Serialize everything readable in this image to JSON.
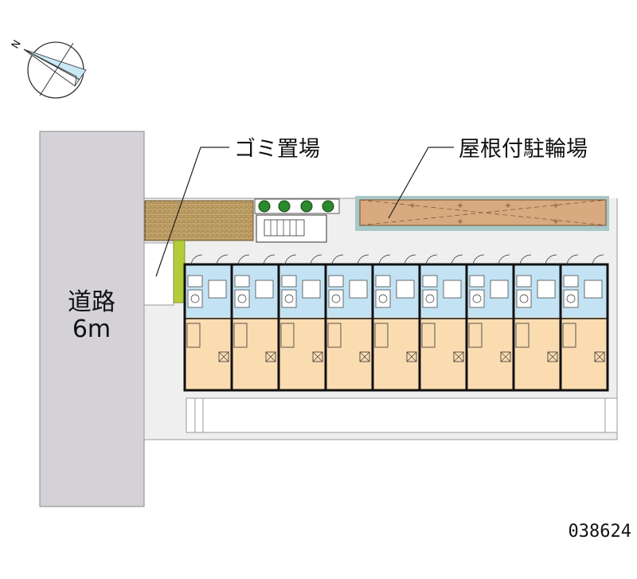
{
  "road": {
    "name": "道路",
    "width": "6m"
  },
  "labels": {
    "trash": "ゴミ置場",
    "bicycle": "屋根付駐輪場"
  },
  "compass": {
    "north_letter": "N"
  },
  "property_id": "038624",
  "building": {
    "unit_count": 9
  },
  "colors": {
    "road": "#d4d2d7",
    "site": "#efefef",
    "room": "#fbdcb1",
    "wet_area": "#c3e3f5",
    "bicycle_roof": "#d9a97f",
    "bicycle_shadow": "#a8c8c6",
    "trash_area": "#c4a66c",
    "hedge": "#b4cc3a",
    "tree": "#2b8a2b",
    "wall": "#111111"
  }
}
